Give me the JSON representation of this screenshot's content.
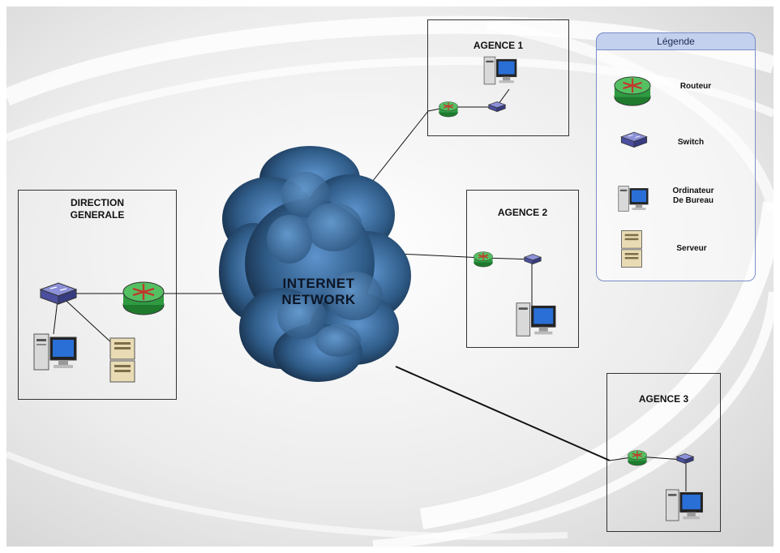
{
  "cloud": {
    "line1": "INTERNET",
    "line2": "NETWORK"
  },
  "sites": {
    "direction": {
      "line1": "DIRECTION",
      "line2": "GENERALE"
    },
    "agence1": {
      "title": "AGENCE 1"
    },
    "agence2": {
      "title": "AGENCE 2"
    },
    "agence3": {
      "title": "AGENCE 3"
    }
  },
  "legend": {
    "title": "Légende",
    "routeur": "Routeur",
    "switch": "Switch",
    "ordinateur_line1": "Ordinateur",
    "ordinateur_line2": "De Bureau",
    "serveur": "Serveur"
  },
  "colors": {
    "router": "#3aa64a",
    "switch": "#5a5fb0",
    "cloud_dark": "#0d1a2c",
    "cloud_light": "#5b8fc8",
    "legend_border": "#7a8ec8"
  },
  "icons": [
    "router-icon",
    "switch-icon",
    "desktop-computer-icon",
    "server-icon"
  ]
}
